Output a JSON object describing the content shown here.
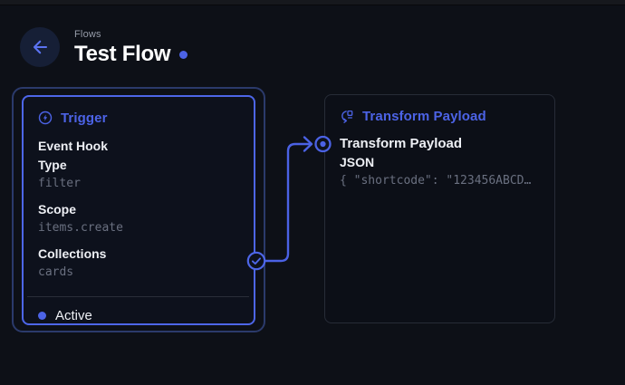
{
  "header": {
    "breadcrumb": "Flows",
    "title": "Test Flow"
  },
  "trigger": {
    "header_label": "Trigger",
    "type_label": "Event Hook",
    "fields": [
      {
        "label": "Type",
        "value": "filter"
      },
      {
        "label": "Scope",
        "value": "items.create"
      },
      {
        "label": "Collections",
        "value": "cards"
      }
    ],
    "status_label": "Active"
  },
  "operation": {
    "header_label": "Transform Payload",
    "name": "Transform Payload",
    "field_label": "JSON",
    "field_value": "{ \"shortcode\": \"123456ABCD…"
  },
  "icons": {
    "trigger_icon": "bolt-circle-icon",
    "operation_icon": "transform-icon",
    "back_icon": "arrow-left-icon"
  },
  "colors": {
    "accent": "#4c63e6",
    "selected_border": "#4d66e8",
    "status_active": "#4c63e6",
    "background": "#0d1017"
  }
}
